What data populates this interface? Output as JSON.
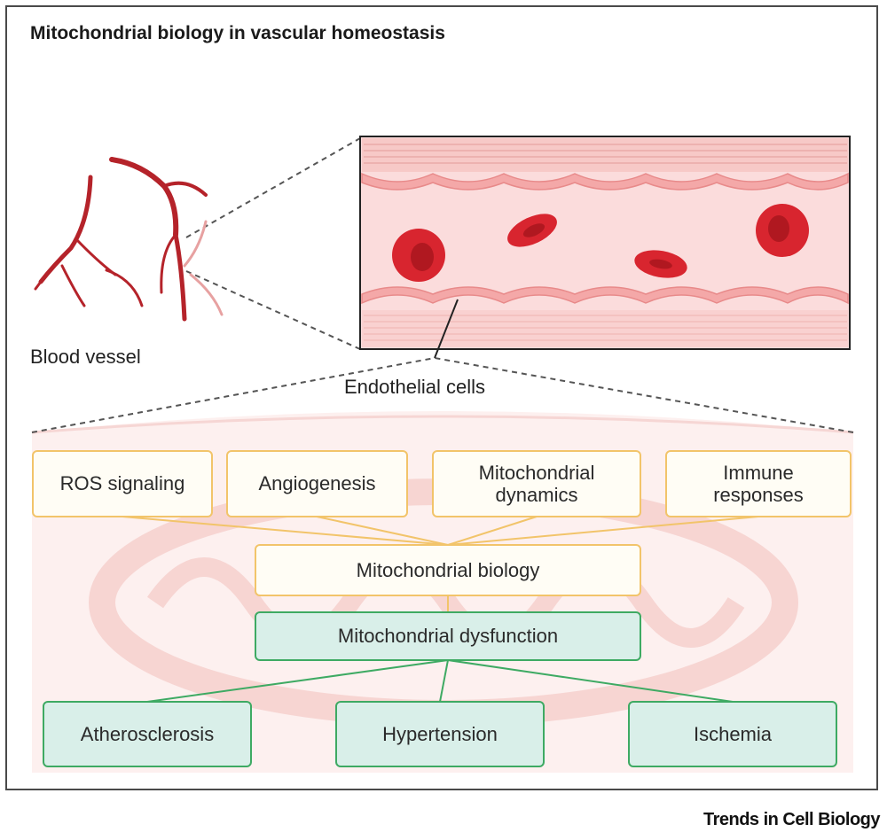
{
  "title": "Mitochondrial biology in vascular homeostasis",
  "labels": {
    "blood_vessel": "Blood vessel",
    "endothelial_cells": "Endothelial cells"
  },
  "functions": [
    "ROS signaling",
    "Angiogenesis",
    "Mitochondrial dynamics",
    "Immune responses"
  ],
  "center": {
    "biology": "Mitochondrial biology",
    "dysfunction": "Mitochondrial dysfunction"
  },
  "diseases": [
    "Atherosclerosis",
    "Hypertension",
    "Ischemia"
  ],
  "journal": "Trends in Cell Biology",
  "colors": {
    "vessel_red": "#b5232a",
    "rbc_red": "#d8252f",
    "vessel_wall_pink": "#f4b8b8",
    "mito_ghost": "#f3c9c6",
    "yellow_border": "#f2c46a",
    "green_border": "#3eaa63",
    "green_fill": "#d9efe9"
  },
  "icons": [
    "coronary-artery-tree-icon",
    "vessel-cross-section-icon",
    "red-blood-cell-icon",
    "mitochondrion-background-icon"
  ]
}
